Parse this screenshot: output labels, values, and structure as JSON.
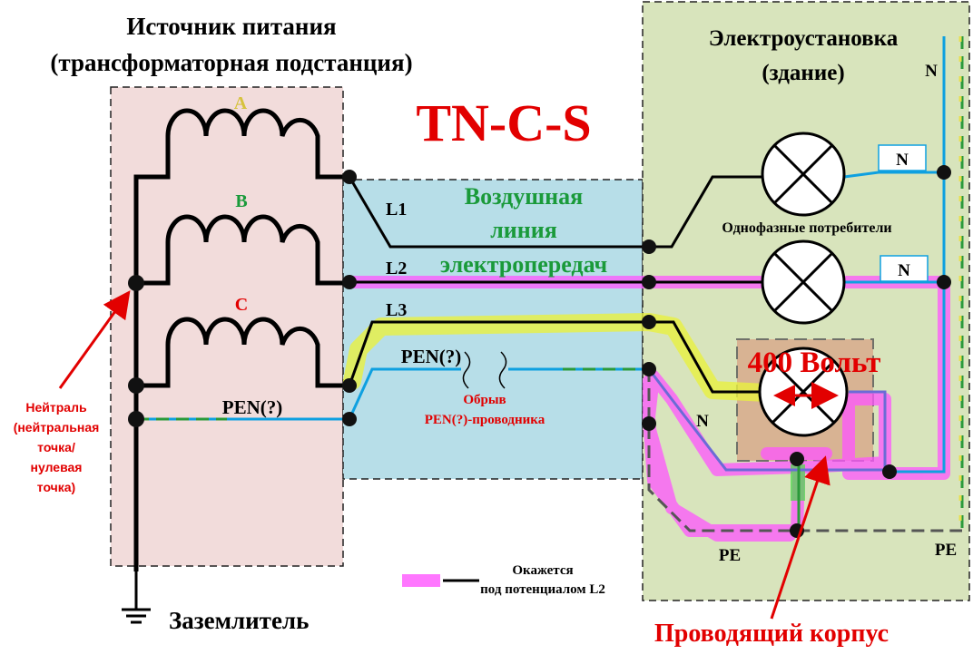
{
  "title": "TN-C-S",
  "source": {
    "title_line1": "Источник питания",
    "title_line2": "(трансформаторная подстанция)",
    "phase_a": "A",
    "phase_b": "B",
    "phase_c": "C",
    "pen_label": "PEN(?)"
  },
  "line": {
    "title_line1": "Воздушная",
    "title_line2": "линия",
    "title_line3": "электропередач",
    "l1": "L1",
    "l2": "L2",
    "l3": "L3",
    "pen_label": "PEN(?)",
    "break_line1": "Обрыв",
    "break_line2": "PEN(?)-проводника"
  },
  "building": {
    "title_line1": "Электроустановка",
    "title_line2": "(здание)",
    "n_top": "N",
    "n_box1": "N",
    "n_box2": "N",
    "consumers": "Однофазные потребители",
    "voltage": "400 Вольт",
    "n_inner": "N",
    "pe_left": "PE",
    "pe_right": "PE"
  },
  "neutral_label": [
    "Нейтраль",
    "(нейтральная",
    "точка/",
    "нулевая",
    "точка)"
  ],
  "earth_label": "Заземлитель",
  "case_label": "Проводящий корпус",
  "legend": {
    "line1": "Окажется",
    "line2": "под потенциалом L2"
  },
  "colors": {
    "source_fill": "#f2dcdb",
    "line_fill": "#b7dee8",
    "building_fill": "#d8e4bc",
    "title_red": "#e20000",
    "green_text": "#1a9a3a",
    "highlight_magenta": "#ff55ff",
    "highlight_yellow": "#e8f040",
    "neutral_blue": "#0ea0e0",
    "case_fill": "#d9a88a"
  }
}
